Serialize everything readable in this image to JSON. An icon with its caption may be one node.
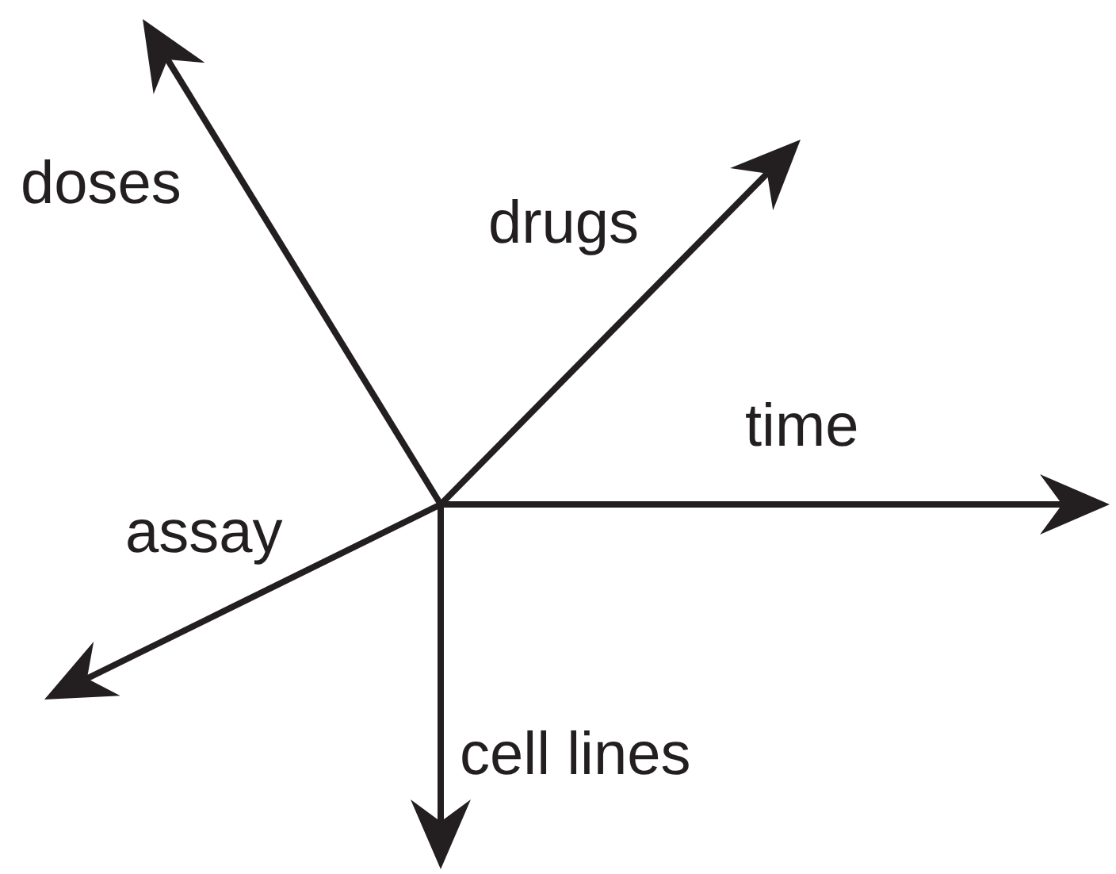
{
  "diagram": {
    "labels": [
      "doses",
      "drugs",
      "time",
      "assay",
      "cell lines"
    ]
  }
}
